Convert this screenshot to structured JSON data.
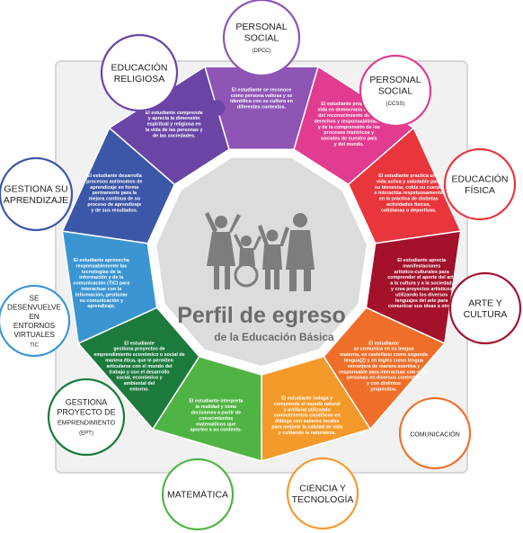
{
  "diagram": {
    "title": "Perfil de egreso",
    "subtitle": "de la Educación Básica",
    "segments": [
      {
        "id": "personal-social-dpcc",
        "color": "#8e55b5",
        "lines": [
          "El estudiante se reconoce",
          "como persona valiosa y se",
          "identifica con su cultura en",
          "diferentes contextos."
        ]
      },
      {
        "id": "personal-social-ccss",
        "color": "#e13c8f",
        "lines": [
          "El estudiante propicia la",
          "vida en democracia a partir",
          "del reconocimiento de sus",
          "derechos y responsabilidades",
          "y de la comprensión de los",
          "procesos históricos y",
          "sociales de nuestro país",
          "y del mundo."
        ]
      },
      {
        "id": "educacion-fisica",
        "color": "#e8363c",
        "lines": [
          "El estudiante practica una",
          "vida activa y saludable para",
          "su bienestar, cuida su cuerpo",
          "e interactúa respetuosamente",
          "en la práctica de distintas",
          "actividades físicas,",
          "cotidianas o deportivas."
        ]
      },
      {
        "id": "arte-cultura",
        "color": "#a3112b",
        "lines": [
          "El estudiante aprecia",
          "manifestaciones",
          "artístico-culturales para",
          "comprender el aporte del arte",
          "a la cultura y a la sociedad,",
          "y crea proyectos artísticos",
          "utilizando los diversos",
          "lenguajes del arte para",
          "comunicar sus ideas a otros."
        ]
      },
      {
        "id": "comunicacion",
        "color": "#ef6f2a",
        "lines": [
          "El estudiante",
          "se comunica en su lengua",
          "materna, en castellano como segunda",
          "lengua(2) y en inglés como lengua",
          "extranjera de manera asertiva y",
          "responsable para interactuar con otras",
          "personas en diversos contextos",
          "y con distintos",
          "propósitos."
        ]
      },
      {
        "id": "ciencia-tecnologia",
        "color": "#f39a2a",
        "lines": [
          "El estudiante indaga y",
          "comprende el mundo natural",
          "y artificial utilizando",
          "conocimientos científicos en",
          "diálogo con saberes locales",
          "para mejorar la calidad de vida",
          "y cuidando la naturaleza."
        ]
      },
      {
        "id": "matematica",
        "color": "#4fb443",
        "lines": [
          "El estudiante interpreta",
          "la realidad y toma",
          "decisiones a partir de",
          "conocimientos",
          "matemáticos que",
          "aporten a su contexto."
        ]
      },
      {
        "id": "gestiona-proyecto",
        "color": "#1c7a3c",
        "lines": [
          "El estudiante",
          "gestiona proyectos de",
          "emprendimiento económico o social de",
          "manera ética, que le permiten",
          "articularse con el mundo del",
          "trabajo y con el desarrollo",
          "social, económico y",
          "ambiental del",
          "entorno."
        ]
      },
      {
        "id": "entornos-virtuales",
        "color": "#3a95d2",
        "lines": [
          "El estudiante aprovecha",
          "responsablemente las",
          "tecnologías de la",
          "información y de la",
          "comunicación (TIC) para",
          "interactuar con la",
          "información, gestionar",
          "su comunicación y",
          "aprendizaje."
        ]
      },
      {
        "id": "gestiona-aprendizaje",
        "color": "#3c57a8",
        "lines": [
          "El estudiante desarrolla",
          "procesos autónomos de",
          "aprendizaje en forma",
          "permanente para la",
          "mejora continua de su",
          "proceso de aprendizaje",
          "y de sus resultados."
        ]
      },
      {
        "id": "educacion-religiosa",
        "color": "#6a45a6",
        "lines": [
          "El estudiante comprende",
          "y aprecia la dimensión",
          "espiritual y religiosa en",
          "la vida de las personas y",
          "de las sociedades."
        ]
      }
    ]
  },
  "bubbles": [
    {
      "id": "personal-social-dpcc",
      "border": "#8e55b5",
      "lines": [
        "PERSONAL",
        "SOCIAL"
      ],
      "sub": "(DPCC)"
    },
    {
      "id": "personal-social-ccss",
      "border": "#e13c8f",
      "lines": [
        "PERSONAL",
        "SOCIAL"
      ],
      "sub": "(CCSS)"
    },
    {
      "id": "educacion-fisica",
      "border": "#e8363c",
      "lines": [
        "EDUCACIÓN",
        "FÍSICA"
      ],
      "sub": ""
    },
    {
      "id": "arte-cultura",
      "border": "#a3112b",
      "lines": [
        "ARTE Y",
        "CULTURA"
      ],
      "sub": ""
    },
    {
      "id": "comunicacion",
      "border": "#ef6f2a",
      "lines": [
        "COMUNICACIÓN"
      ],
      "sub": ""
    },
    {
      "id": "ciencia-tecnologia",
      "border": "#f39a2a",
      "lines": [
        "CIENCIA Y",
        "TECNOLOGÍA"
      ],
      "sub": ""
    },
    {
      "id": "matematica",
      "border": "#4fb443",
      "lines": [
        "MATEMÁTICA"
      ],
      "sub": ""
    },
    {
      "id": "gestiona-proyecto",
      "border": "#1c7a3c",
      "lines": [
        "GESTIONA",
        "PROYECTO DE",
        "EMPRENDIMIENTO"
      ],
      "sub": "(EPT)"
    },
    {
      "id": "entornos-virtuales",
      "border": "#3a95d2",
      "lines": [
        "SE",
        "DESENVUELVE",
        "EN",
        "ENTORNOS",
        "VIRTUALES"
      ],
      "sub": "TIC"
    },
    {
      "id": "gestiona-aprendizaje",
      "border": "#3c57a8",
      "lines": [
        "GESTIONA SU",
        "APRENDIZAJE"
      ],
      "sub": ""
    },
    {
      "id": "educacion-religiosa",
      "border": "#6a45a6",
      "lines": [
        "EDUCACIÓN",
        "RELIGIOSA"
      ],
      "sub": ""
    }
  ]
}
